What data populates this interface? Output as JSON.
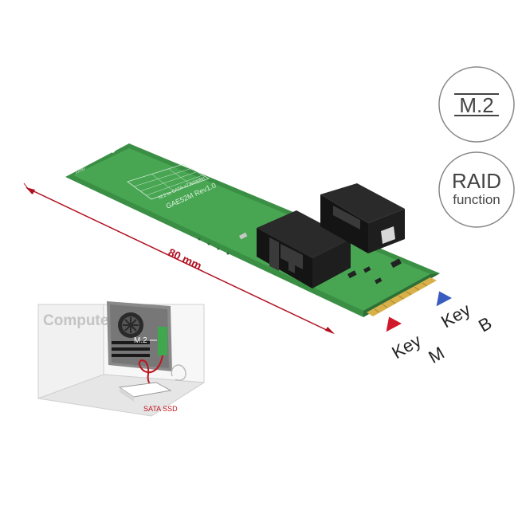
{
  "badges": {
    "m2": "M.2",
    "raid_line1": "RAID",
    "raid_line2": "function"
  },
  "dimension": {
    "length": "80 mm"
  },
  "keys": {
    "key_m_line1": "Key",
    "key_m_line2": "M",
    "key_b_line1": "Key",
    "key_b_line2": "B"
  },
  "inset": {
    "computer": "Computer",
    "m2_slot": "M.2",
    "sata_ssd": "SATA SSD"
  },
  "pcb": {
    "model_line": "GAE52M Rev1.0",
    "sub_line": "M.2 to SATA x2 Adapter",
    "code": "2280"
  },
  "colors": {
    "pcb_green": "#3f9a4a",
    "connector_black": "#161616",
    "key_m_marker": "#d0182a",
    "key_b_marker": "#3a5bbf",
    "dimension_line": "#b01020"
  }
}
